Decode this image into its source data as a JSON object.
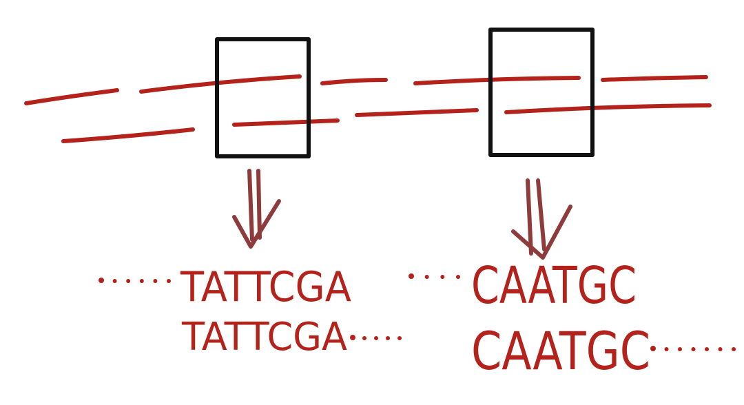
{
  "diagram": {
    "colors": {
      "strand": "#b3231b",
      "box": "#111111",
      "arrow": "#8e3b3b"
    },
    "left_region": {
      "top_sequence": "TATTCGA",
      "bottom_sequence": "TATTCGA"
    },
    "right_region": {
      "top_sequence": "CAATGC",
      "bottom_sequence": "CAATGC"
    }
  }
}
